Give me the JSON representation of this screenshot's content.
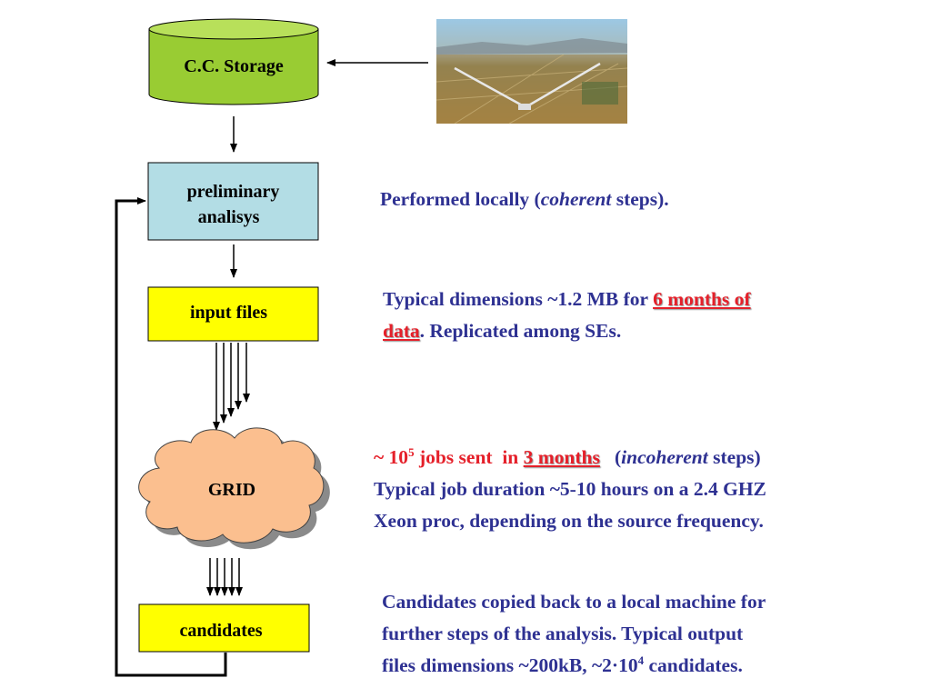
{
  "nodes": {
    "storage": "C.C. Storage",
    "preliminary_line1": "preliminary",
    "preliminary_line2": "analisys",
    "input_files": "input files",
    "grid": "GRID",
    "candidates": "candidates"
  },
  "colors": {
    "storage_fill": "#99cc33",
    "preliminary_fill": "#b3dde5",
    "input_fill": "#ffff00",
    "grid_fill": "#fbbf8f",
    "candidates_fill": "#ffff00",
    "text_blue": "#2e3192",
    "text_red": "#e5202a"
  },
  "notes": {
    "local": {
      "prefix": "Performed locally (",
      "italic": "coherent",
      "suffix": " steps)."
    },
    "input": {
      "prefix": "Typical dimensions ~1.2 MB for ",
      "link_part1": "6 months of",
      "link_part2": "data",
      "suffix": ". Replicated among SEs."
    },
    "grid": {
      "jobs_prefix": "~ 10",
      "jobs_exp": "5",
      "jobs_mid": " jobs sent  in ",
      "jobs_link": "3 months",
      "paren_open": "(",
      "paren_italic": "incoherent",
      "paren_close": " steps)",
      "line2": "Typical job duration ~5-10 hours on a 2.4 GHZ",
      "line3": "Xeon proc, depending on the source frequency."
    },
    "candidates": {
      "line1": "Candidates copied back to a local machine for",
      "line2": "further steps of  the analysis. Typical output",
      "line3_prefix": "files dimensions ~200kB, ~2·10",
      "line3_exp": "4",
      "line3_suffix": " candidates."
    }
  },
  "photo": {
    "icon": "aerial-interferometer-photo"
  }
}
